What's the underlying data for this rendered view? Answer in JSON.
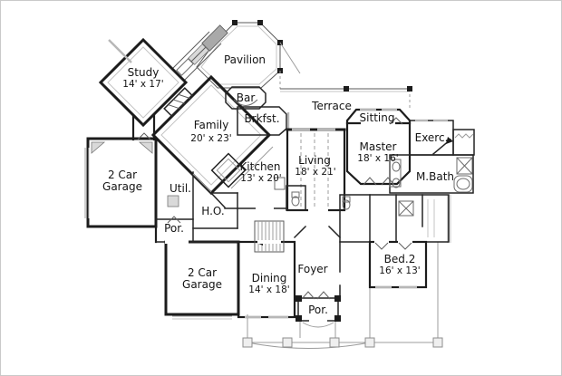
{
  "figure": {
    "type": "architectural-floor-plan",
    "description": "Black-and-white single story house floor plan with diagonal study wing, pavilion, terrace, two 2-car garages and master suite"
  },
  "colors": {
    "background": "#ffffff",
    "walls": "#1c1c1c",
    "thin_lines": "#5a5a5a",
    "light_lines": "#9c9c9c",
    "window_gray": "#b7b7b7",
    "fixture_gray": "#d9d9d9",
    "text": "#141414",
    "page_border": "#c9c9c9"
  },
  "rooms": {
    "study": {
      "name": "Study",
      "dims": "14' x 17'"
    },
    "pavilion": {
      "name": "Pavilion"
    },
    "bar": {
      "name": "Bar"
    },
    "brkfst": {
      "name": "Brkfst."
    },
    "family": {
      "name": "Family",
      "dims": "20' x 23'"
    },
    "terrace": {
      "name": "Terrace"
    },
    "sitting": {
      "name": "Sitting"
    },
    "master": {
      "name": "Master",
      "dims": "18' x 16'"
    },
    "exerc": {
      "name": "Exerc."
    },
    "mbath": {
      "name": "M.Bath"
    },
    "living": {
      "name": "Living",
      "dims": "18' x 21'"
    },
    "kitchen": {
      "name": "Kitchen",
      "dims": "13' x 20'"
    },
    "garage_left": {
      "line1": "2 Car",
      "line2": "Garage"
    },
    "garage_rear": {
      "line1": "2 Car",
      "line2": "Garage"
    },
    "util": {
      "name": "Util."
    },
    "home_office": {
      "name": "H.O."
    },
    "porch_left": {
      "name": "Por."
    },
    "dining": {
      "name": "Dining",
      "dims": "14' x 18'"
    },
    "foyer": {
      "name": "Foyer"
    },
    "porch_front": {
      "name": "Por."
    },
    "bed2": {
      "name": "Bed.2",
      "dims": "16' x 13'"
    }
  }
}
